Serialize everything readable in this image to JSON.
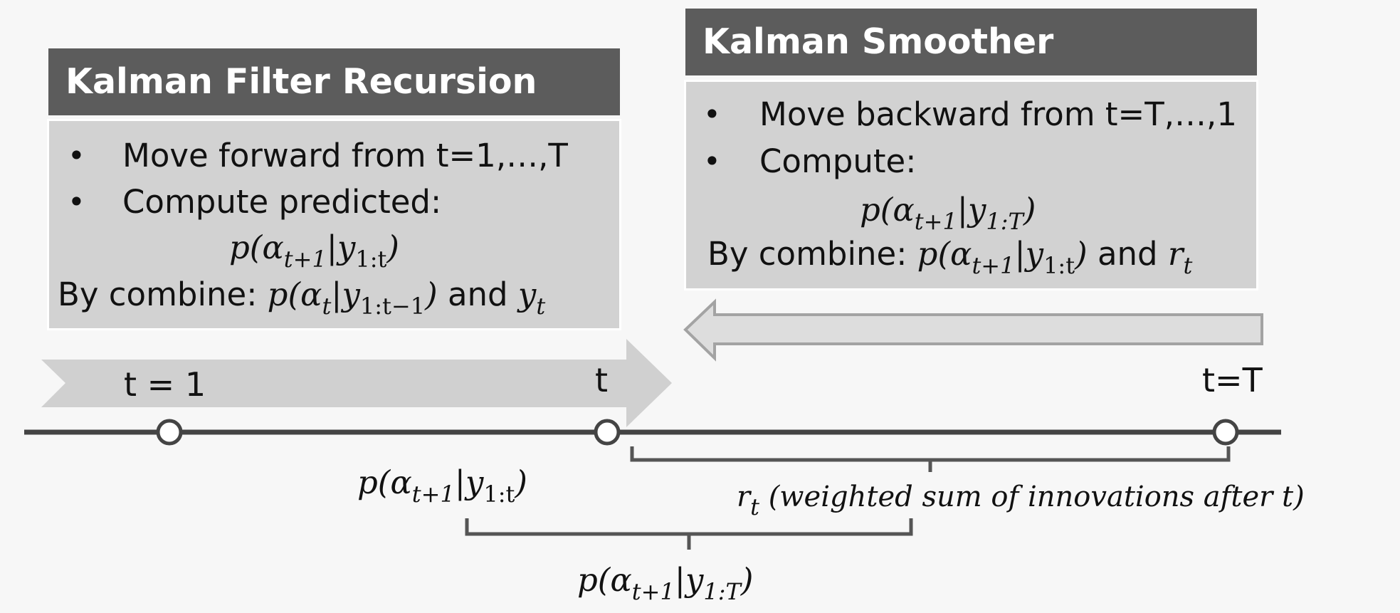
{
  "filter": {
    "title": "Kalman Filter Recursion",
    "bullet1": "Move forward from t=1,…,T",
    "bullet2": "Compute predicted:",
    "combine_prefix": "By combine:",
    "combine_and": "and"
  },
  "smoother": {
    "title": "Kalman Smoother",
    "bullet1": "Move backward from t=T,…,1",
    "bullet2": "Compute:",
    "combine_prefix": "By combine:",
    "combine_and": "and"
  },
  "bullet_char": "•",
  "timeline": {
    "label_t1": "t = 1",
    "label_t": "t",
    "label_tT": "t=T"
  },
  "annotations": {
    "rt_desc": "(weighted sum of innovations after t)"
  },
  "colors": {
    "title_bg": "#5c5c5c",
    "body_bg": "#d2d2d2",
    "arrow_fill": "#d0d0d0",
    "timeline": "#444444"
  }
}
